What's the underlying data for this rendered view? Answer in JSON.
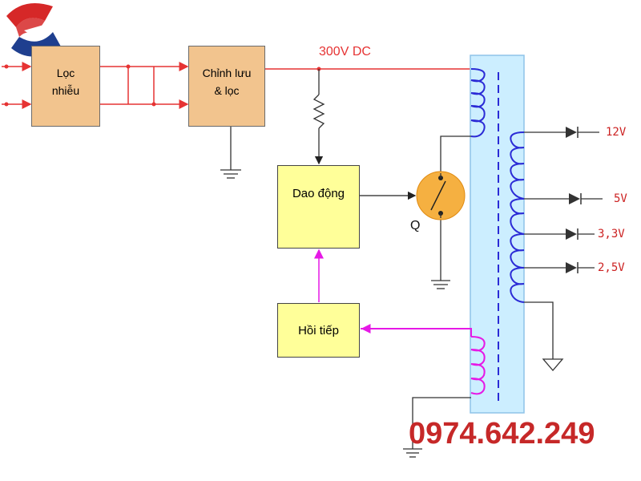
{
  "colors": {
    "dc_line": "#e63333",
    "feedback_line": "#e619e6",
    "winding": "#2b2bd6",
    "wire": "#333333",
    "transformer_fill": "#cceeff",
    "transformer_border": "#8fc3e8",
    "block_orange": "#f2c48e",
    "block_yellow": "#ffff99",
    "switch_fill": "#f5b041",
    "output_text": "#cc2222",
    "phone": "#c62828",
    "logo_red": "#d62828",
    "logo_blue": "#1f3f8f"
  },
  "blocks": {
    "loc_nhieu": {
      "line1": "Lọc",
      "line2": "nhiễu"
    },
    "chinh_luu": {
      "line1": "Chỉnh lưu",
      "line2": "& lọc"
    },
    "dao_dong": "Dao động",
    "hoi_tiep": "Hồi tiếp"
  },
  "dc_label": "300V DC",
  "switch_label": "Q",
  "outputs": [
    "12V",
    "5V",
    "3,3V",
    "2,5V"
  ],
  "phone": "0974.642.249",
  "logo_icon": "logo-icon"
}
